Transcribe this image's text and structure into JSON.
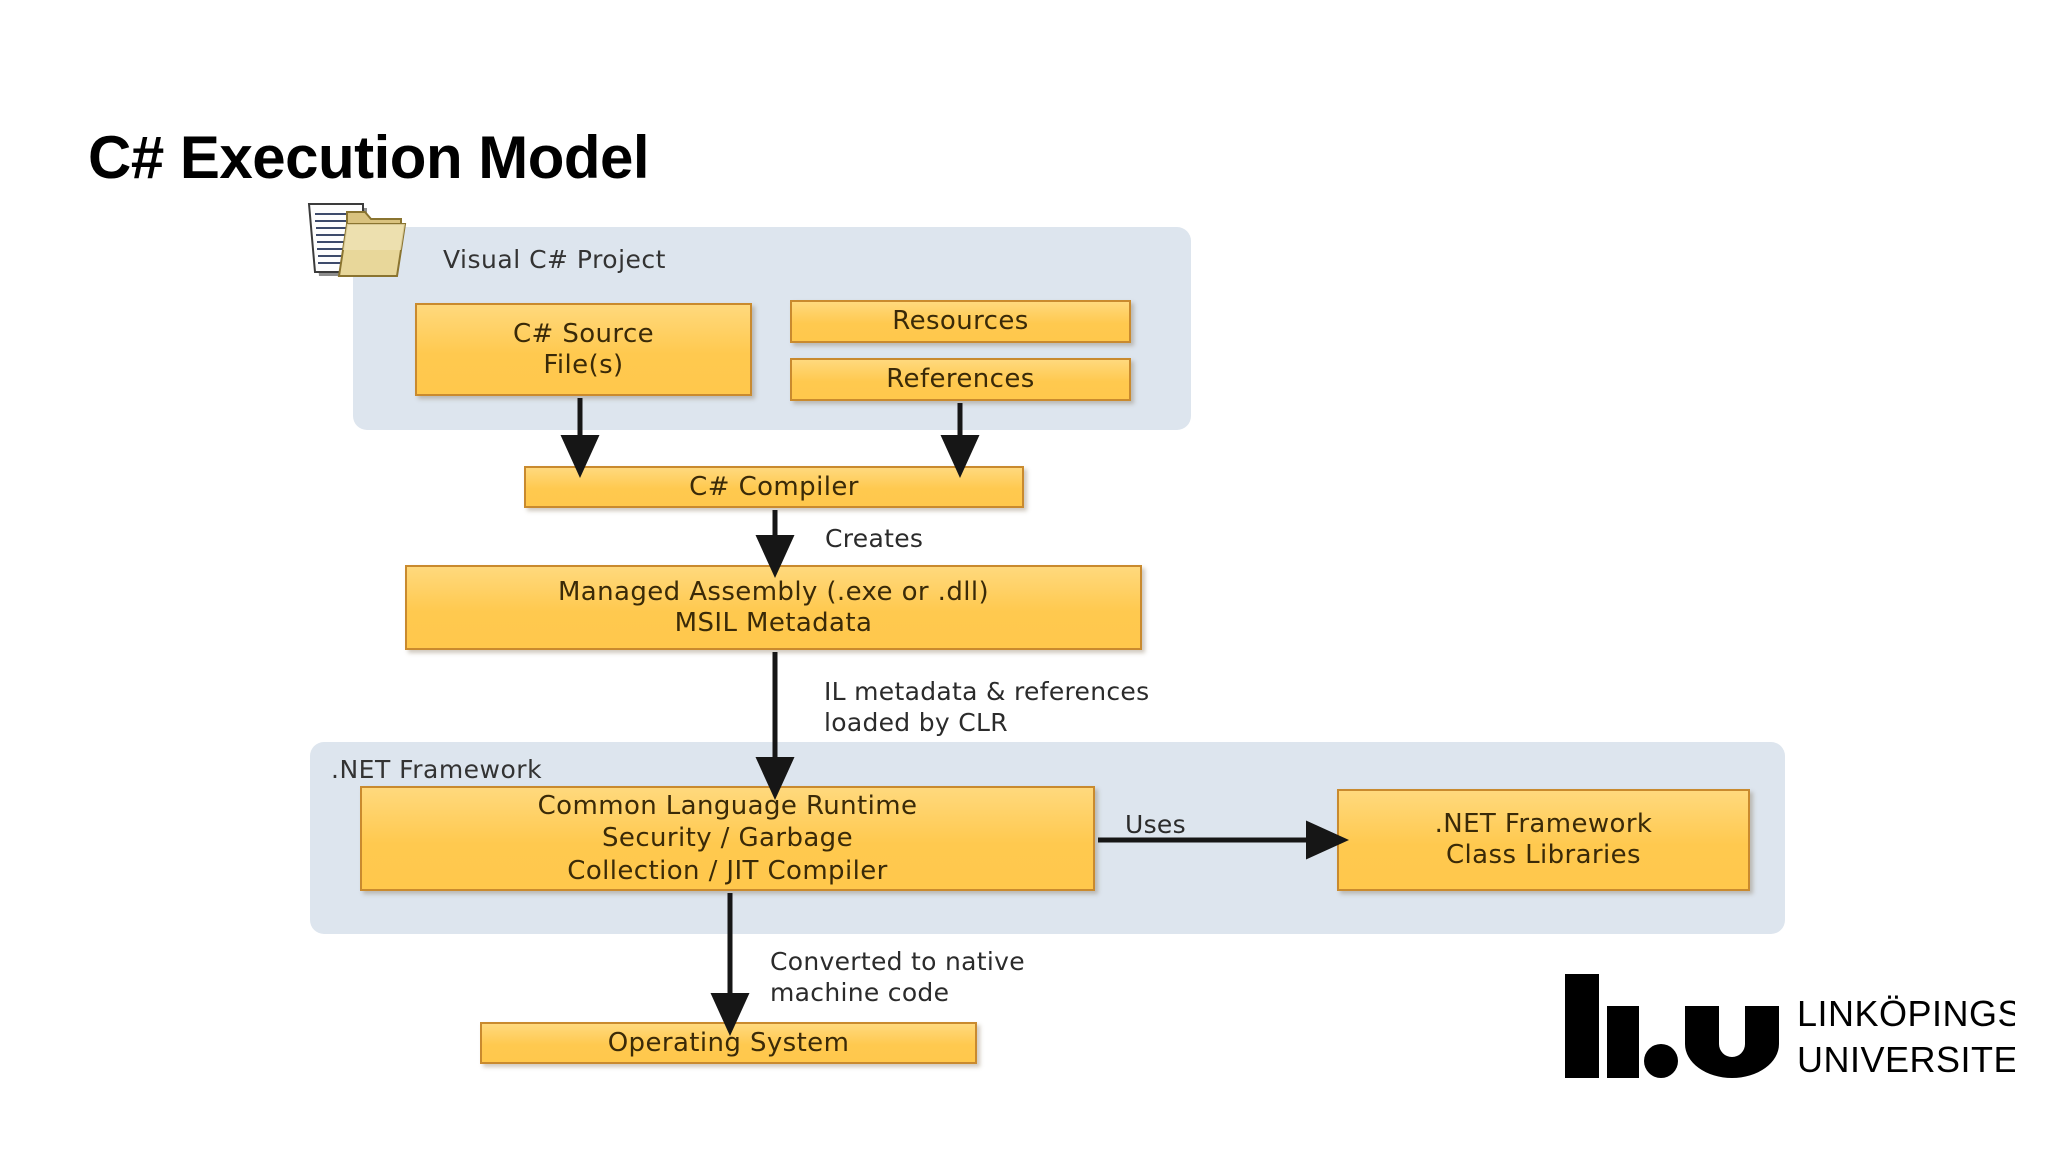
{
  "slide": {
    "title": "C# Execution Model"
  },
  "diagram": {
    "type": "flowchart",
    "panels": [
      {
        "id": "project-panel",
        "label": "Visual C# Project"
      },
      {
        "id": "framework-panel",
        "label": ".NET Framework"
      }
    ],
    "nodes": [
      {
        "id": "source-files",
        "label": "C# Source\nFile(s)"
      },
      {
        "id": "resources",
        "label": "Resources"
      },
      {
        "id": "references",
        "label": "References"
      },
      {
        "id": "compiler",
        "label": "C# Compiler"
      },
      {
        "id": "assembly",
        "label": "Managed Assembly (.exe or .dll)\nMSIL Metadata"
      },
      {
        "id": "clr",
        "label": "Common Language Runtime\nSecurity / Garbage\nCollection / JIT Compiler"
      },
      {
        "id": "class-libs",
        "label": ".NET Framework\nClass Libraries"
      },
      {
        "id": "os",
        "label": "Operating System"
      }
    ],
    "edges": [
      {
        "from": "source-files",
        "to": "compiler",
        "label": ""
      },
      {
        "from": "references",
        "to": "compiler",
        "label": ""
      },
      {
        "from": "compiler",
        "to": "assembly",
        "label": "Creates"
      },
      {
        "from": "assembly",
        "to": "clr",
        "label": "IL metadata & references\nloaded by CLR"
      },
      {
        "from": "clr",
        "to": "class-libs",
        "label": "Uses"
      },
      {
        "from": "clr",
        "to": "os",
        "label": "Converted to native\nmachine code"
      }
    ],
    "icons": [
      {
        "id": "project-icon",
        "name": "folder-document-icon"
      }
    ]
  },
  "logo": {
    "mark": "Li.U",
    "line1": "LINKÖPINGS",
    "line2": "UNIVERSITET"
  },
  "colors": {
    "box_fill": "#ffcf5f",
    "box_border": "#c98a2e",
    "panel_fill": "#dde5ee",
    "text": "#3a2a08",
    "arrow": "#1a1a1a"
  }
}
